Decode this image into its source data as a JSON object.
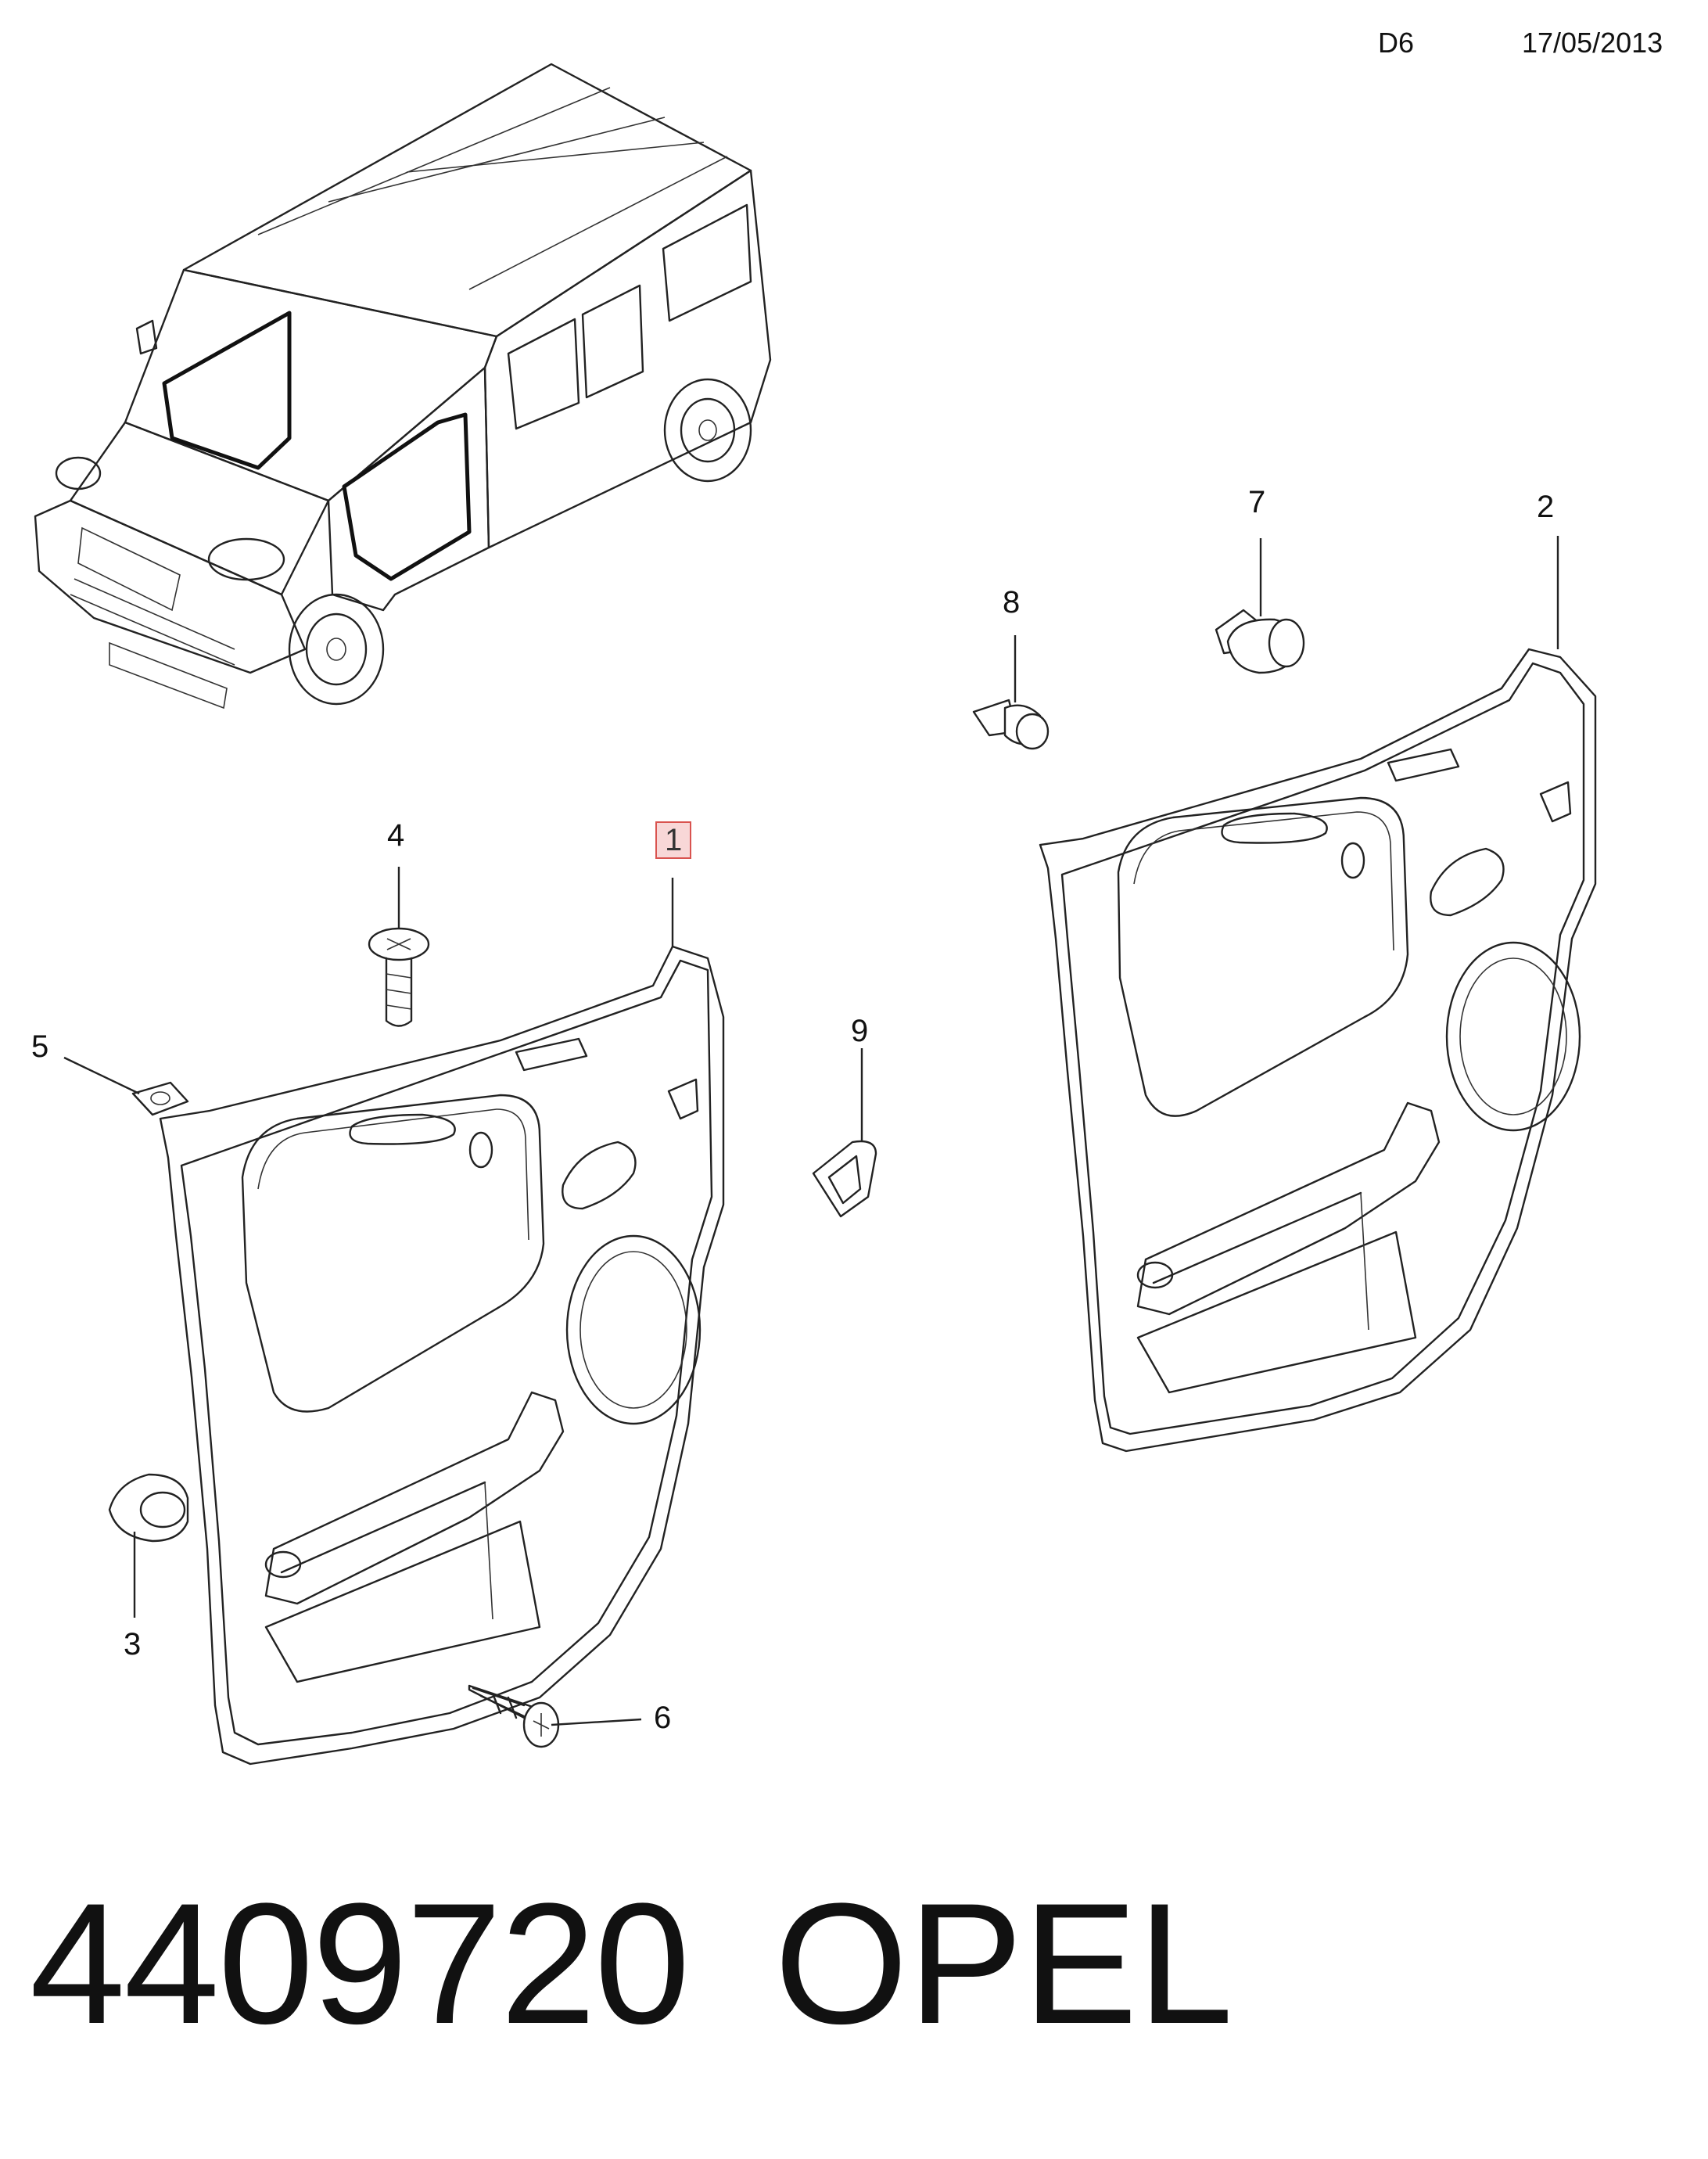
{
  "header": {
    "code": "D6",
    "date": "17/05/2013"
  },
  "callouts": [
    {
      "id": "1",
      "label": "1",
      "highlighted": true
    },
    {
      "id": "2",
      "label": "2"
    },
    {
      "id": "3",
      "label": "3"
    },
    {
      "id": "4",
      "label": "4"
    },
    {
      "id": "5",
      "label": "5"
    },
    {
      "id": "6",
      "label": "6"
    },
    {
      "id": "7",
      "label": "7"
    },
    {
      "id": "8",
      "label": "8"
    },
    {
      "id": "9",
      "label": "9"
    }
  ],
  "footer": {
    "part_number": "4409720",
    "brand": "OPEL"
  }
}
